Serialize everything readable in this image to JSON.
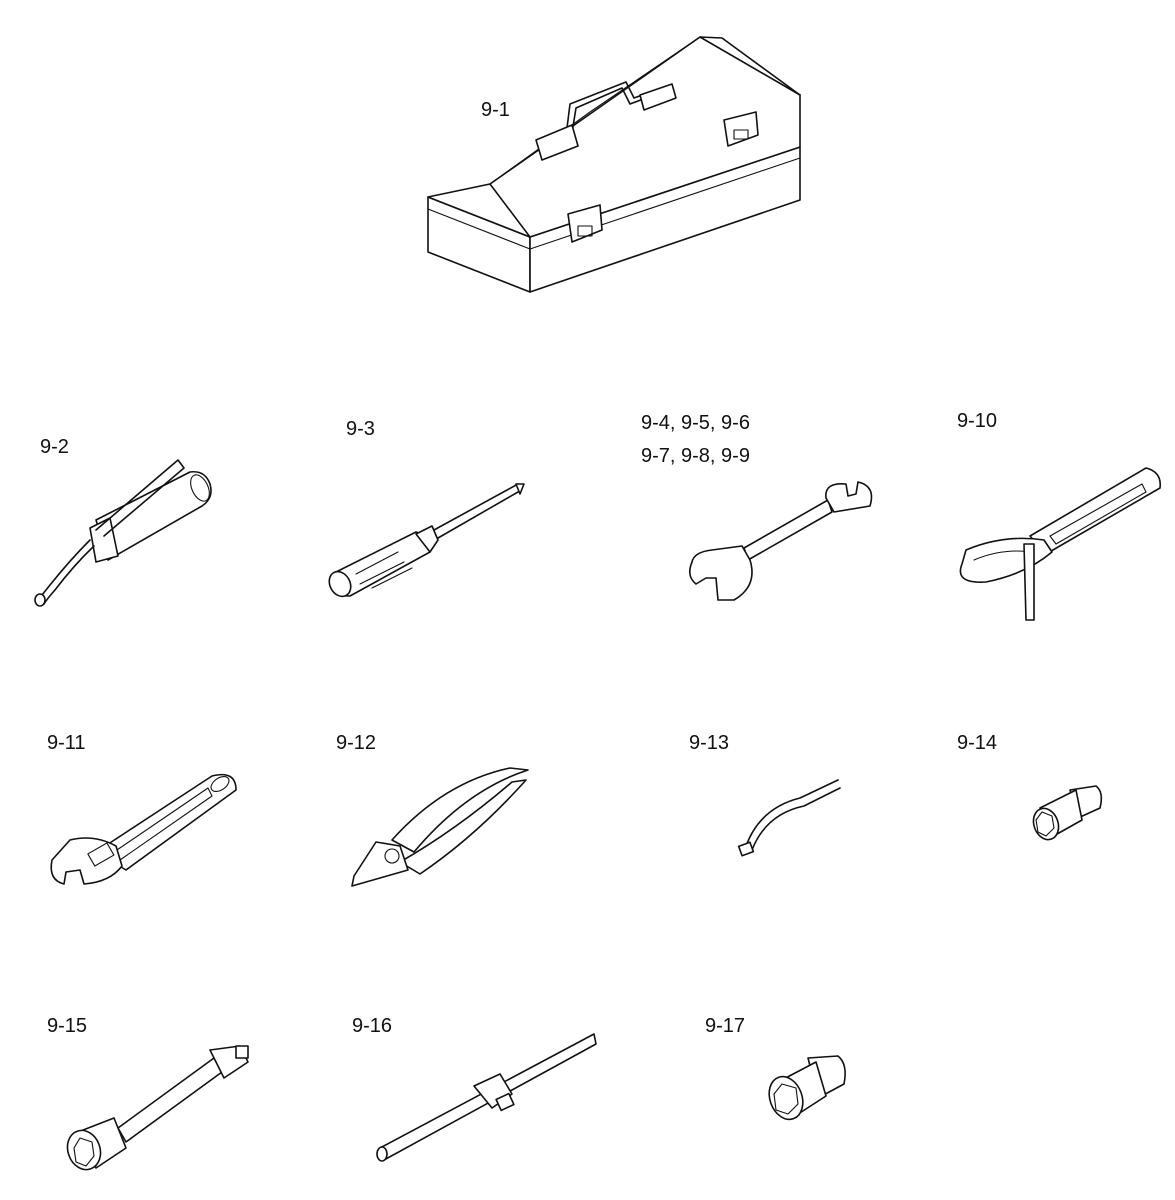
{
  "labels": {
    "l_9_1": "9-1",
    "l_9_2": "9-2",
    "l_9_3": "9-3",
    "l_9_4_line1": "9-4, 9-5, 9-6",
    "l_9_4_line2": "9-7, 9-8, 9-9",
    "l_9_10": "9-10",
    "l_9_11": "9-11",
    "l_9_12": "9-12",
    "l_9_13": "9-13",
    "l_9_14": "9-14",
    "l_9_15": "9-15",
    "l_9_16": "9-16",
    "l_9_17": "9-17"
  }
}
